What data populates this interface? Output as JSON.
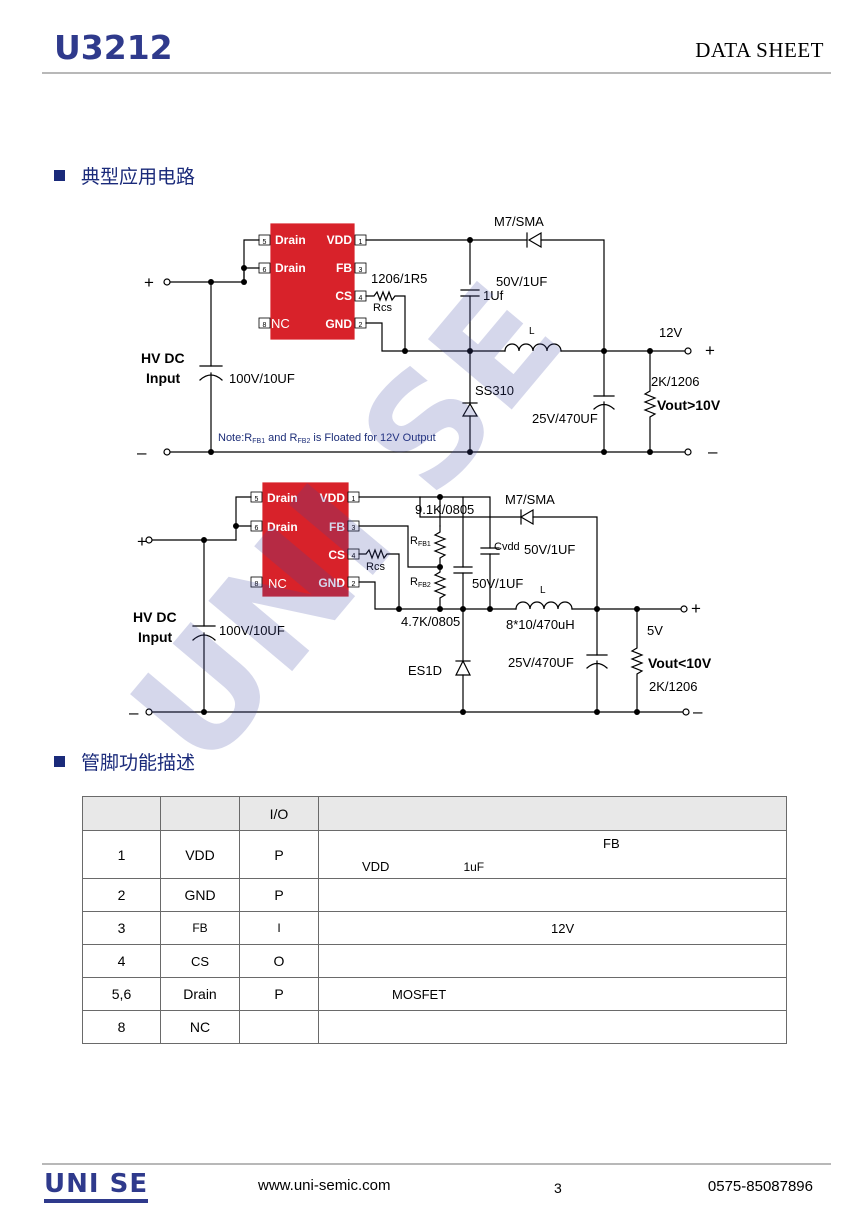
{
  "header": {
    "logo": "U3212",
    "doc_title": "DATA SHEET"
  },
  "section1": {
    "title": "典型应用电路"
  },
  "section2": {
    "title": "管脚功能描述"
  },
  "circuit1": {
    "pins": {
      "p5": "5",
      "p6": "6",
      "p8": "8",
      "p1": "1",
      "p3": "3",
      "p4": "4",
      "p2": "2"
    },
    "pin_labels": {
      "drain1": "Drain",
      "drain2": "Drain",
      "nc": "NC",
      "vdd": "VDD",
      "fb": "FB",
      "cs": "CS",
      "gnd": "GND"
    },
    "diode": "M7/SMA",
    "rcs_value": "1206/1R5",
    "rcs": "Rcs",
    "cap_vdd_value": "50V/1UF",
    "cap_vdd": "1Uf",
    "inductor": "L",
    "out_voltage": "12V",
    "hv_dc": "HV DC",
    "input": "Input",
    "cin": "100V/10UF",
    "freewheel": "SS310",
    "cout": "25V/470UF",
    "rload_value": "2K/1206",
    "vout_cond": "Vout>10V",
    "note_prefix": "Note:R",
    "note_sub1": "FB1",
    "note_mid": " and R",
    "note_sub2": "FB2",
    "note_suffix": " is Floated for 12V Output",
    "plus": "+",
    "minus": "–"
  },
  "circuit2": {
    "pins": {
      "p5": "5",
      "p6": "6",
      "p8": "8",
      "p1": "1",
      "p3": "3",
      "p4": "4",
      "p2": "2"
    },
    "pin_labels": {
      "drain1": "Drain",
      "drain2": "Drain",
      "nc": "NC",
      "vdd": "VDD",
      "fb": "FB",
      "cs": "CS",
      "gnd": "GND"
    },
    "rfb1_value": "9.1K/0805",
    "diode": "M7/SMA",
    "rfb1_r": "R",
    "rfb1_sub": "FB1",
    "rfb2_r": "R",
    "rfb2_sub": "FB2",
    "cvdd": "Cvdd",
    "cvdd_value": "50V/1UF",
    "rcs": "Rcs",
    "cap2_value": "50V/1UF",
    "inductor": "L",
    "rfb2_value": "4.7K/0805",
    "inductor_value": "8*10/470uH",
    "out_voltage": "5V",
    "hv_dc": "HV DC",
    "input": "Input",
    "cin": "100V/10UF",
    "freewheel": "ES1D",
    "cout": "25V/470UF",
    "vout_cond": "Vout<10V",
    "rload_value": "2K/1206",
    "plus": "+",
    "minus": "–"
  },
  "pin_table": {
    "headers": [
      "",
      "",
      "I/O",
      ""
    ],
    "rows": [
      {
        "pin": "1",
        "name": "VDD",
        "io": "P",
        "desc_line1": "FB",
        "desc_line2a": "VDD",
        "desc_line2b": "1uF"
      },
      {
        "pin": "2",
        "name": "GND",
        "io": "P",
        "desc": ""
      },
      {
        "pin": "3",
        "name": "FB",
        "io": "I",
        "desc": "12V"
      },
      {
        "pin": "4",
        "name": "CS",
        "io": "O",
        "desc": ""
      },
      {
        "pin": "5,6",
        "name": "Drain",
        "io": "P",
        "desc": "MOSFET"
      },
      {
        "pin": "8",
        "name": "NC",
        "io": "",
        "desc": ""
      }
    ]
  },
  "footer": {
    "logo": "UNI SE",
    "url": "www.uni-semic.com",
    "page": "3",
    "phone": "0575-85087896"
  },
  "colors": {
    "brand": "#2f3a8c",
    "chip": "#d8222a",
    "watermark": "#c9cce8"
  }
}
